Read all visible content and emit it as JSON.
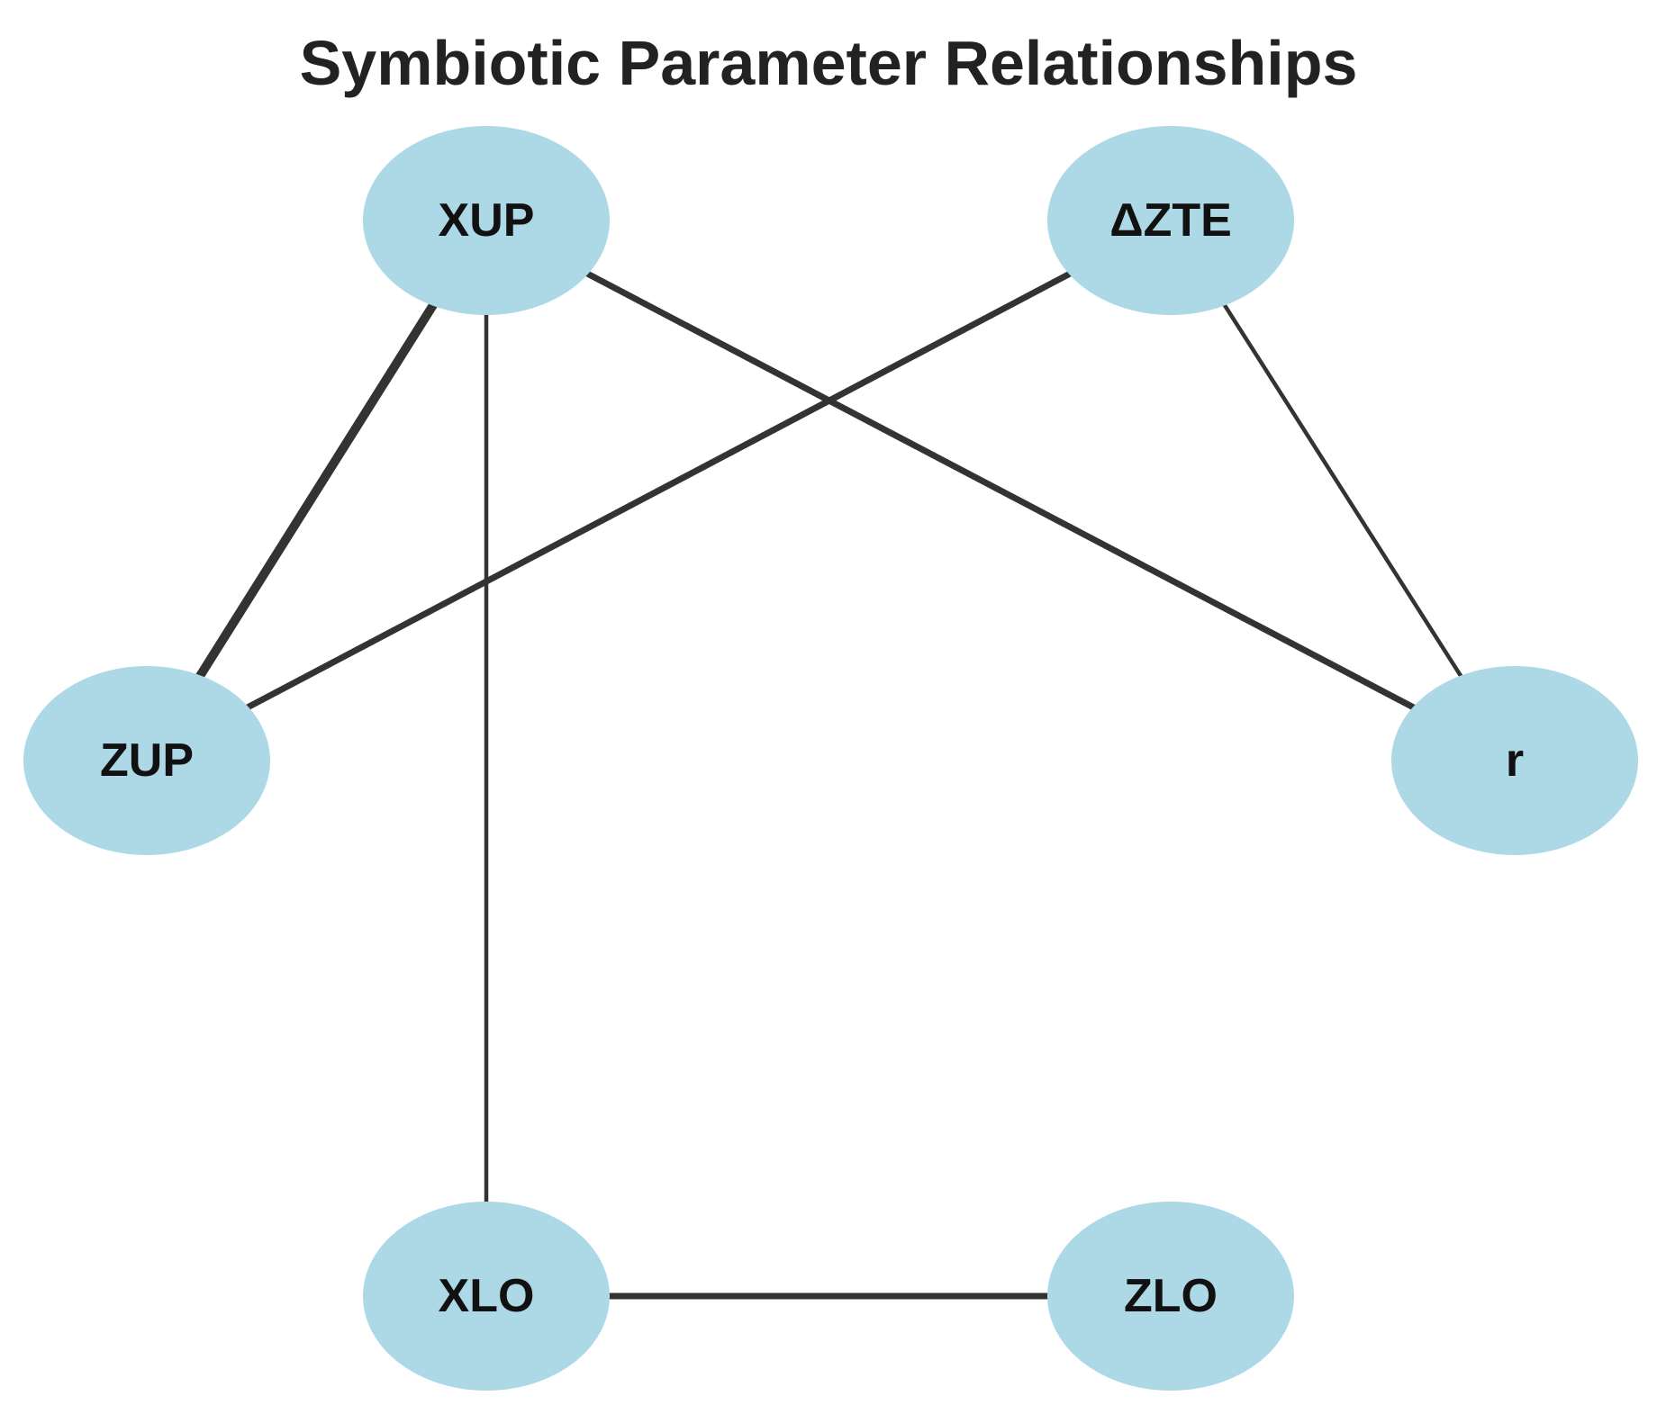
{
  "title": "Symbiotic Parameter Relationships",
  "colors": {
    "node_fill": "#add8e6",
    "edge": "#333333",
    "label": "#111111",
    "title": "#222222",
    "background": "#ffffff"
  },
  "nodes": [
    {
      "id": "XUP",
      "label": "XUP"
    },
    {
      "id": "DZTE",
      "label": "ΔZTE"
    },
    {
      "id": "ZUP",
      "label": "ZUP"
    },
    {
      "id": "R",
      "label": "r"
    },
    {
      "id": "XLO",
      "label": "XLO"
    },
    {
      "id": "ZLO",
      "label": "ZLO"
    }
  ],
  "edges": [
    {
      "source": "XUP",
      "target": "ZUP",
      "weight": "strong"
    },
    {
      "source": "XUP",
      "target": "R",
      "weight": "medium"
    },
    {
      "source": "XUP",
      "target": "XLO",
      "weight": "light"
    },
    {
      "source": "DZTE",
      "target": "ZUP",
      "weight": "medium"
    },
    {
      "source": "DZTE",
      "target": "R",
      "weight": "light"
    },
    {
      "source": "XLO",
      "target": "ZLO",
      "weight": "medium"
    }
  ]
}
